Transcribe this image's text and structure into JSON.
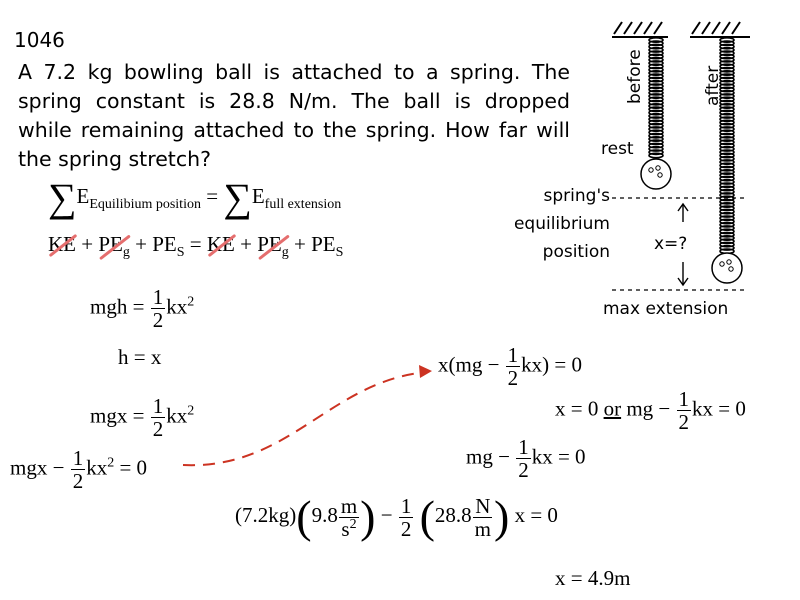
{
  "problem_number": "1046",
  "problem_text": "A 7.2 kg bowling ball is attached to a spring. The spring constant is 28.8 N/m. The ball is dropped while remaining attached to the spring. How far will the spring stretch?",
  "equation1": {
    "sigma": "∑",
    "E": "E",
    "sub_left": "Equilibium position",
    "equals": "=",
    "sub_right": "full extension"
  },
  "equation2": {
    "ke": "KE",
    "plus": "+",
    "pe": "PE",
    "g": "g",
    "s": "S",
    "equals": "="
  },
  "derivation": {
    "mgh_lhs": "mgh =",
    "half_num": "1",
    "half_den": "2",
    "kx2": "kx",
    "sq": "2",
    "h_eq_x": "h = x",
    "mgx_lhs": "mgx =",
    "mgx_minus": "mgx −",
    "eq_zero": "= 0",
    "factored_lhs": "x(mg −",
    "factored_rhs": "kx) = 0",
    "roots_left": "x = 0",
    "roots_or": "or",
    "roots_right": "mg −",
    "roots_kx": "kx = 0",
    "mg_minus": "mg −",
    "kx_eq_0": "kx = 0",
    "mass": "(7.2kg)",
    "g_val": "9.8",
    "unit_m": "m",
    "unit_s2": "s",
    "minus": "−",
    "k_val": "28.8",
    "unit_N": "N",
    "x_eq_0": "x = 0",
    "answer": "x = 4.9m"
  },
  "diagram": {
    "before": "before",
    "after": "after",
    "rest": "rest",
    "springs_line1": "spring's",
    "springs_line2": "equilibrium",
    "springs_line3": "position",
    "x_unknown": "x=?",
    "max_extension": "max extension"
  },
  "colors": {
    "strike": "#e56e6e",
    "arrow": "#cc3322"
  }
}
